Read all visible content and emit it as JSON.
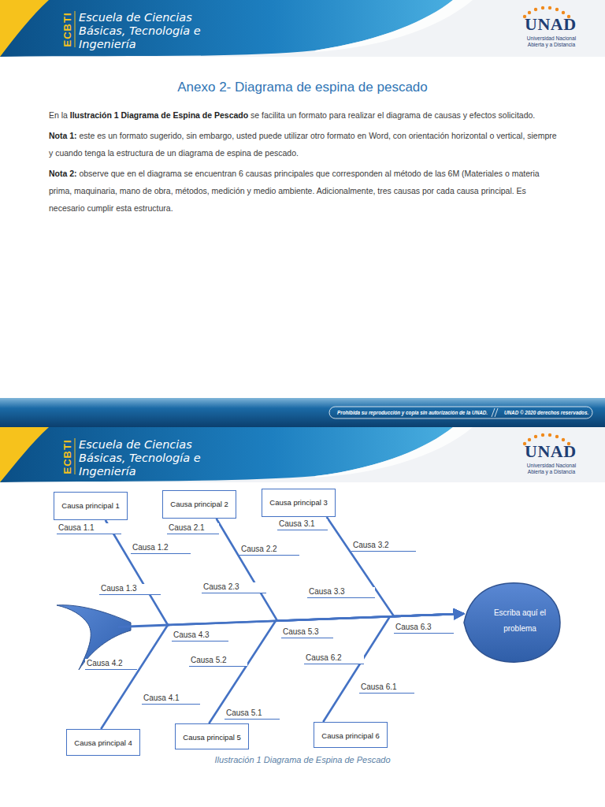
{
  "diagram": {
    "title": "Anexo 2- Diagrama de espina de pescado",
    "caption": "Ilustración 1 Diagrama de Espina de Pescado",
    "nodes": [
      {
        "text": [
          "Causa principal 1"
        ]
      },
      {
        "text": [
          "Causa principal 2"
        ]
      },
      {
        "text": [
          "Causa principal 3"
        ]
      },
      {
        "text": [
          "Escriba aquí el problema"
        ]
      },
      {
        "text": [
          "Causa principal 4"
        ]
      },
      {
        "text": [
          "Causa principal 5"
        ]
      },
      {
        "text": [
          "Causa principal 6"
        ]
      }
    ],
    "edges": [
      {
        "from": 0,
        "to": 3,
        "arrow": "to"
      },
      {
        "from": 1,
        "to": 3,
        "arrow": "to"
      },
      {
        "from": 2,
        "to": 3,
        "arrow": "to"
      },
      {
        "from": 4,
        "to": 3,
        "arrow": "to"
      },
      {
        "from": 5,
        "to": 3,
        "arrow": "to"
      },
      {
        "from": 6,
        "to": 3,
        "arrow": "to"
      }
    ],
    "labels": [
      "ECBTI",
      "Escuela de Ciencias Básicas, Tecnología e Ingeniería",
      "UNAD",
      "Universidad Nacional Abierta y a Distancia",
      "En la",
      "Ilustración 1 Diagrama de Espina de Pescado",
      "se facilita un formato para realizar el diagrama de causas y efectos solicitado.",
      "Nota 1:",
      "este es un formato sugerido, sin embargo, usted puede utilizar otro formato en Word, con orientación horizontal o vertical, siempre y cuando tenga la estructura de un diagrama de espina de pescado.",
      "Nota 2:",
      "observe que en el diagrama se encuentran 6 causas principales que corresponden al método de las 6M (Materiales o materia prima, maquinaria, mano de obra, métodos, medición y medio ambiente. Adicionalmente, tres causas por cada causa principal. Es necesario cumplir esta estructura.",
      "Prohibida su reproducción y copia sin autorización de la UNAD.",
      "UNAD © 2020 derechos reservados.",
      "ECBTI",
      "Escuela de Ciencias Básicas, Tecnología e Ingeniería",
      "UNAD",
      "Universidad Nacional Abierta y a Distancia",
      "Causa 1.1",
      "Causa 1.2",
      "Causa 1.3",
      "Causa 2.1",
      "Causa 2.2",
      "Causa 2.3",
      "Causa 3.1",
      "Causa 3.2",
      "Causa 3.3",
      "Causa 4.1",
      "Causa 4.2",
      "Causa 4.3",
      "Causa 5.1",
      "Causa 5.2",
      "Causa 5.3",
      "Causa 6.1",
      "Causa 6.2",
      "Causa 6.3"
    ]
  }
}
